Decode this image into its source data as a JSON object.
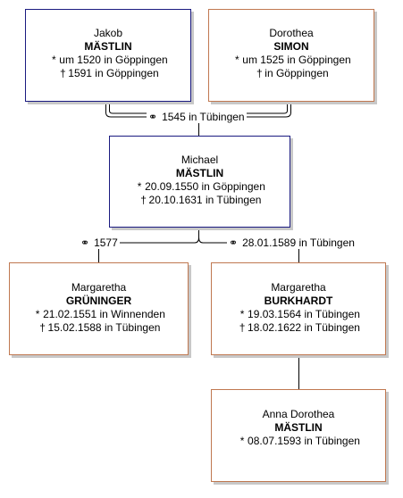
{
  "persons": {
    "jakob": {
      "given": "Jakob",
      "surname": "MÄSTLIN",
      "birth": "um 1520 in Göppingen",
      "death": "1591 in Göppingen"
    },
    "dorothea": {
      "given": "Dorothea",
      "surname": "SIMON",
      "birth": "um 1525 in Göppingen",
      "death": "in Göppingen"
    },
    "michael": {
      "given": "Michael",
      "surname": "MÄSTLIN",
      "birth": "20.09.1550 in Göppingen",
      "death": "20.10.1631 in Tübingen"
    },
    "margaretha_g": {
      "given": "Margaretha",
      "surname": "GRÜNINGER",
      "birth": "21.02.1551 in Winnenden",
      "death": "15.02.1588 in Tübingen"
    },
    "margaretha_b": {
      "given": "Margaretha",
      "surname": "BURKHARDT",
      "birth": "19.03.1564 in Tübingen",
      "death": "18.02.1622 in Tübingen"
    },
    "anna": {
      "given": "Anna Dorothea",
      "surname": "MÄSTLIN",
      "birth": "08.07.1593 in Tübingen"
    }
  },
  "marriages": {
    "parents": "1545 in Tübingen",
    "first": "1577",
    "second": "28.01.1589 in Tübingen"
  },
  "symbols": {
    "birth": "*",
    "death": "†",
    "marriage": "⚭"
  },
  "colors": {
    "male_border": "#1a1a80",
    "female_border": "#c07850",
    "line": "#000000"
  }
}
